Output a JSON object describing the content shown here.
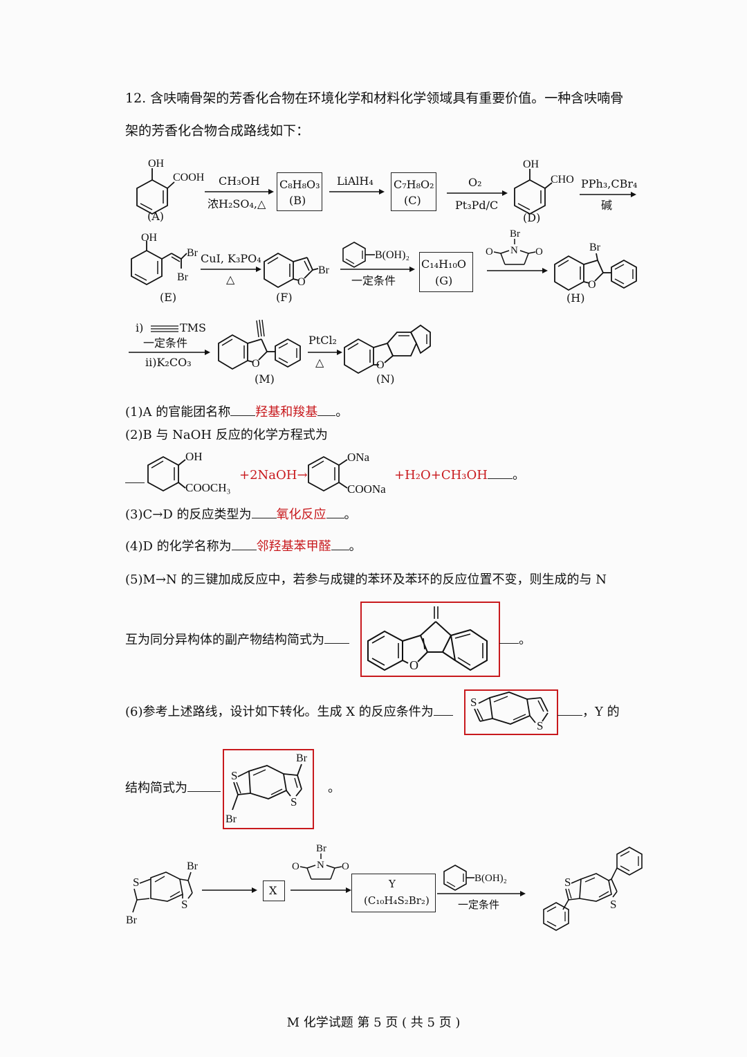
{
  "question": {
    "line1": "12.  含呋喃骨架的芳香化合物在环境化学和材料化学领域具有重要价值。一种含呋喃骨",
    "line2": "架的芳香化合物合成路线如下："
  },
  "scheme": {
    "labels": {
      "A": "(A)",
      "B": "(B)",
      "C": "(C)",
      "D": "(D)",
      "E": "(E)",
      "F": "(F)",
      "G": "(G)",
      "H": "(H)",
      "M": "(M)",
      "N": "(N)"
    },
    "formulas": {
      "B": "C₈H₈O₃",
      "C": "C₇H₈O₂",
      "G": "C₁₄H₁₀O"
    },
    "conditions": {
      "r1_top": "CH₃OH",
      "r1_bottom": "浓H₂SO₄,△",
      "r2_top": "LiAlH₄",
      "r3_top": "O₂",
      "r3_bottom": "Pt₃Pd/C",
      "r4_top": "PPh₃,CBr₄",
      "r4_bottom": "碱",
      "r5_top": "CuI, K₃PO₄",
      "r5_bottom": "△",
      "r6_top": "B(OH)₂",
      "r6_bottom": "一定条件",
      "r8_line1": "i)",
      "r8_tms": "TMS",
      "r8_line2": "一定条件",
      "r8_line3": "ii)K₂CO₃",
      "r9_top": "PtCl₂",
      "r9_bottom": "△"
    },
    "atoms": {
      "OH": "OH",
      "COOH": "COOH",
      "CHO": "CHO",
      "Br": "Br",
      "O": "O",
      "N": "N",
      "S": "S"
    }
  },
  "q1": {
    "text": "(1)A 的官能团名称",
    "answer": "羟基和羧基",
    "end": "。"
  },
  "q2": {
    "text": "(2)B 与 NaOH 反应的化学方程式为",
    "reactant_oh": "OH",
    "reactant_ester": "COOCH₃",
    "reagent": "+2NaOH→",
    "product_ona": "ONa",
    "product_coona": "COONa",
    "byproducts": "+H₂O+CH₃OH",
    "end": "。"
  },
  "q3": {
    "text": "(3)C→D 的反应类型为",
    "answer": "氧化反应",
    "end": "。"
  },
  "q4": {
    "text": "(4)D 的化学名称为",
    "answer": "邻羟基苯甲醛",
    "end": "。"
  },
  "q5": {
    "line1": "(5)M→N 的三键加成反应中，若参与成键的苯环及苯环的反应位置不变，则生成的与 N",
    "line2": "互为同分异构体的副产物结构简式为",
    "end": "。"
  },
  "q6": {
    "text": "(6)参考上述路线，设计如下转化。生成 X 的反应条件为",
    "mid": "，Y 的",
    "line2": "结构简式为",
    "end": "。"
  },
  "scheme2": {
    "X": "X",
    "Y": "Y",
    "Y_formula": "(C₁₀H₄S₂Br₂)",
    "boronic": "B(OH)₂",
    "cond": "一定条件"
  },
  "footer": "M  化学试题   第 5 页 ( 共 5 页 )"
}
